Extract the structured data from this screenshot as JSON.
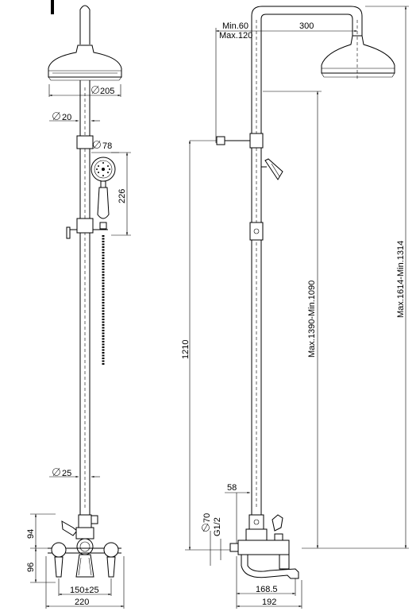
{
  "dimensions": {
    "head_diameter": "205",
    "arm_diameter": "20",
    "hand_shower_diameter": "78",
    "hand_shower_length": "226",
    "pipe_diameter": "25",
    "height_94": "94",
    "height_96": "96",
    "centers": "150±25",
    "width_220": "220",
    "arm_min": "Min.60",
    "arm_max": "Max.120",
    "arm_300": "300",
    "height_1210": "1210",
    "range_mid": "Max.1390-Min.1090",
    "range_total": "Max.1614-Min.1314",
    "offset_58": "58",
    "inlet_diameter": "70",
    "thread": "G1/2",
    "spout_168": "168.5",
    "spout_192": "192"
  }
}
